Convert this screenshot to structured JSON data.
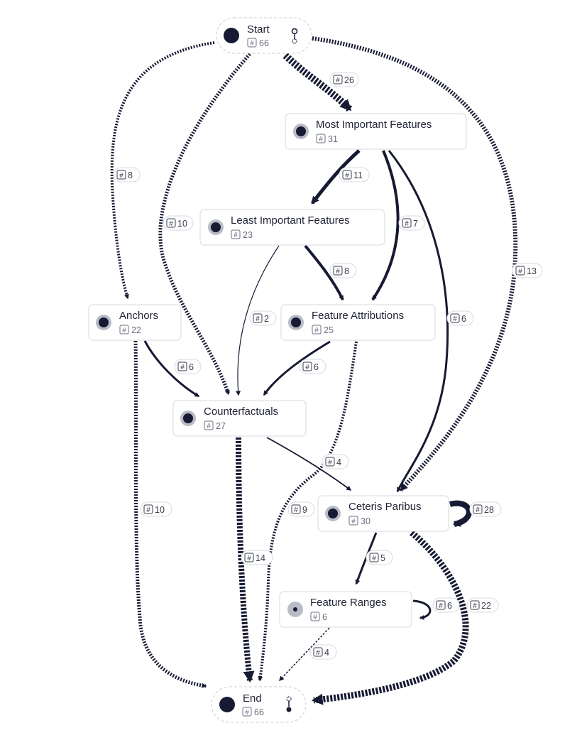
{
  "diagram": {
    "colors": {
      "edge": "#161a33",
      "node_border": "#d7d9de",
      "dot": "#161a33",
      "ring": "#b9bcc6",
      "badge": "#3a3d4d"
    },
    "nodes": [
      {
        "id": "start",
        "label": "Start",
        "count": "66",
        "kind": "terminal-start"
      },
      {
        "id": "mif",
        "label": "Most Important Features",
        "count": "31",
        "kind": "activity"
      },
      {
        "id": "lif",
        "label": "Least Important Features",
        "count": "23",
        "kind": "activity"
      },
      {
        "id": "anchors",
        "label": "Anchors",
        "count": "22",
        "kind": "activity"
      },
      {
        "id": "fa",
        "label": "Feature Attributions",
        "count": "25",
        "kind": "activity"
      },
      {
        "id": "cf",
        "label": "Counterfactuals",
        "count": "27",
        "kind": "activity"
      },
      {
        "id": "cp",
        "label": "Ceteris Paribus",
        "count": "30",
        "kind": "activity"
      },
      {
        "id": "fr",
        "label": "Feature Ranges",
        "count": "6",
        "kind": "activity-small"
      },
      {
        "id": "end",
        "label": "End",
        "count": "66",
        "kind": "terminal-end"
      }
    ],
    "edges": [
      {
        "from": "start",
        "to": "mif",
        "count": "26"
      },
      {
        "from": "start",
        "to": "anchors",
        "count": "8"
      },
      {
        "from": "start",
        "to": "cf",
        "count": "10"
      },
      {
        "from": "start",
        "to": "cp",
        "count": "13"
      },
      {
        "from": "mif",
        "to": "lif",
        "count": "11"
      },
      {
        "from": "mif",
        "to": "fa",
        "count": "7"
      },
      {
        "from": "mif",
        "to": "cp",
        "count": "6"
      },
      {
        "from": "lif",
        "to": "fa",
        "count": "8"
      },
      {
        "from": "lif",
        "to": "cf",
        "count": "2"
      },
      {
        "from": "anchors",
        "to": "cf",
        "count": "6"
      },
      {
        "from": "anchors",
        "to": "end",
        "count": "10"
      },
      {
        "from": "fa",
        "to": "cf",
        "count": "6"
      },
      {
        "from": "fa",
        "to": "end",
        "count": "9"
      },
      {
        "from": "cf",
        "to": "cp",
        "count": "4"
      },
      {
        "from": "cf",
        "to": "end",
        "count": "14"
      },
      {
        "from": "cp",
        "to": "cp",
        "count": "28"
      },
      {
        "from": "cp",
        "to": "fr",
        "count": "5"
      },
      {
        "from": "cp",
        "to": "end",
        "count": "22"
      },
      {
        "from": "fr",
        "to": "fr",
        "count": "6"
      },
      {
        "from": "fr",
        "to": "end",
        "count": "4"
      }
    ]
  }
}
